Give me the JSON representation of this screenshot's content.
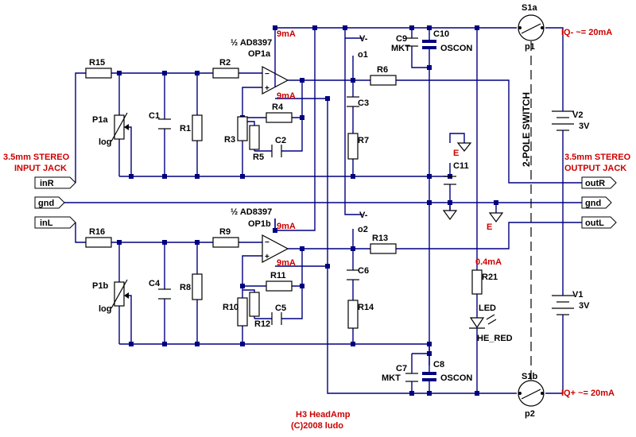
{
  "title": "H3 HeadAmp",
  "copyright": "(C)2008 ludo",
  "ports": {
    "inR": "inR",
    "gnd_left": "gnd",
    "inL": "inL",
    "outR": "outR",
    "gnd_right": "gnd",
    "outL": "outL"
  },
  "notes": {
    "input_jack": [
      "3.5mm STEREO",
      "INPUT JACK"
    ],
    "output_jack": [
      "3.5mm STEREO",
      "OUTPUT JACK"
    ],
    "switch": "2-POLE SWITCH",
    "iq_neg": "IQ- ~= 20mA",
    "iq_pos": "IQ+ ~= 20mA",
    "i_9ma_1": "9mA",
    "i_9ma_2": "9mA",
    "i_9ma_3": "9mA",
    "i_9ma_4": "9mA",
    "i_04ma": "0.4mA",
    "earth_1": "E",
    "earth_2": "E"
  },
  "opamps": {
    "op1a_part": "½ AD8397",
    "op1a_name": "OP1a",
    "op1b_part": "½ AD8397",
    "op1b_name": "OP1b"
  },
  "nets": {
    "vneg1": "V-",
    "vneg2": "V-",
    "o1": "o1",
    "o2": "o2"
  },
  "components": {
    "R15": "R15",
    "R2": "R2",
    "R6": "R6",
    "R1": "R1",
    "R3": "R3",
    "R4": "R4",
    "R5": "R5",
    "R7": "R7",
    "C1": "C1",
    "C2": "C2",
    "C3": "C3",
    "P1a": "P1a",
    "log1": "log",
    "R16": "R16",
    "R9": "R9",
    "R13": "R13",
    "R8": "R8",
    "R10": "R10",
    "R11": "R11",
    "R12": "R12",
    "R14": "R14",
    "C4": "C4",
    "C5": "C5",
    "C6": "C6",
    "P1b": "P1b",
    "log2": "log",
    "C9": "C9",
    "C9_type": "MKT",
    "C10": "C10",
    "C10_type": "OSCON",
    "C7": "C7",
    "C7_type": "MKT",
    "C8": "C8",
    "C8_type": "OSCON",
    "C11": "C11",
    "R21": "R21",
    "LED": "LED",
    "LED_type": "HE_RED",
    "V1": "V1",
    "V1_val": "3V",
    "V2": "V2",
    "V2_val": "3V",
    "S1a": "S1a",
    "p1": "p1",
    "S1b": "S1b",
    "p2": "p2"
  },
  "colors": {
    "wire": "#000080",
    "note": "#cc0000",
    "component": "#000000"
  }
}
